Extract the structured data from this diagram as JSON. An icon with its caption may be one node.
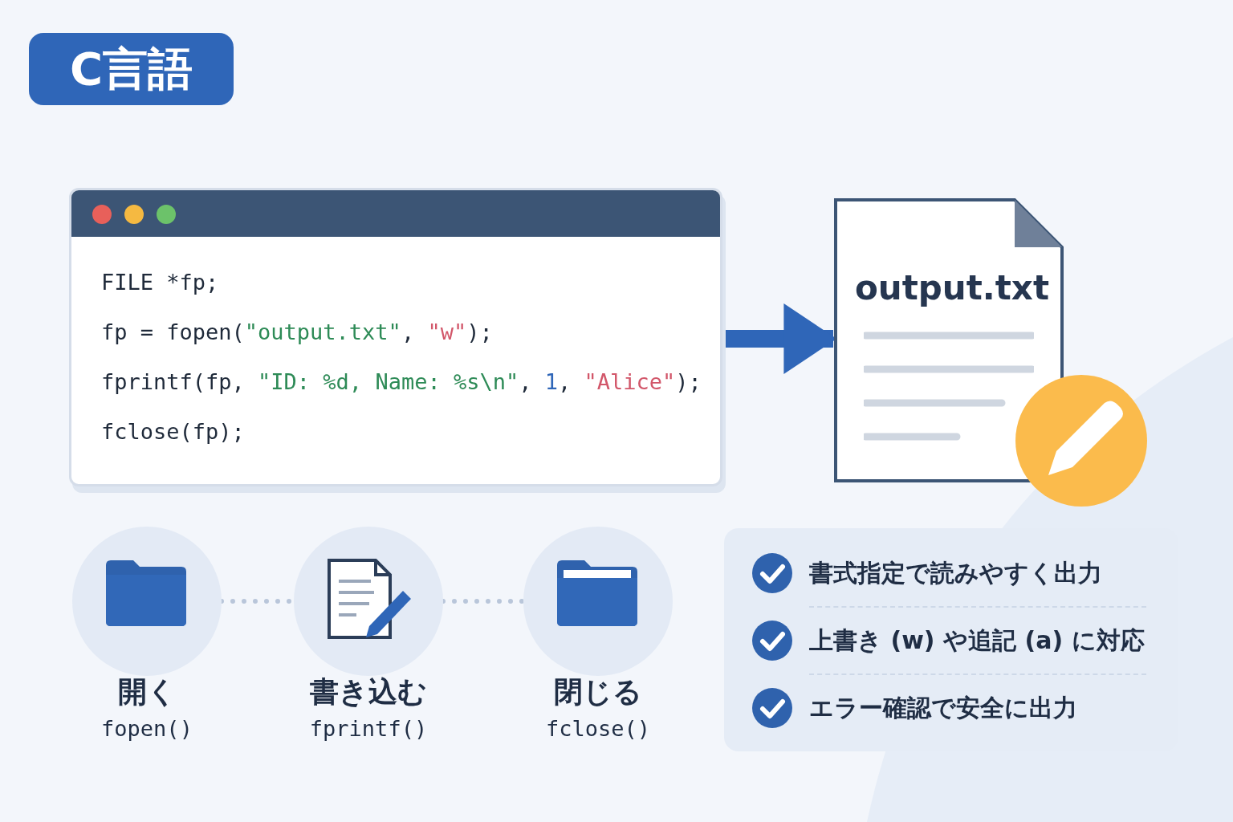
{
  "diagram": {
    "title": "C言語",
    "nodes": [
      {
        "text": [
          "FILE *fp;",
          "fp = fopen(\"output.txt\", \"w\");",
          "fprintf(fp, \"ID: %d, Name: %s\\n\", 1, \"Alice\");",
          "fclose(fp);"
        ]
      },
      {
        "text": [
          "output.txt"
        ]
      },
      {
        "text": [
          "開く",
          "fopen()"
        ]
      },
      {
        "text": [
          "書き込む",
          "fprintf()"
        ]
      },
      {
        "text": [
          "閉じる",
          "fclose()"
        ]
      },
      {
        "text": [
          "書式指定で読みやすく出力",
          "上書き (w) や追記 (a) に対応",
          "エラー確認で安全に出力"
        ]
      }
    ],
    "edges": [
      {
        "from": 0,
        "to": 1,
        "arrow": "to",
        "style": "thick",
        "color": "#2f66b8"
      },
      {
        "from": 2,
        "to": 3,
        "arrow": "none",
        "style": "dashed"
      },
      {
        "from": 3,
        "to": 4,
        "arrow": "none",
        "style": "dashed"
      }
    ]
  }
}
